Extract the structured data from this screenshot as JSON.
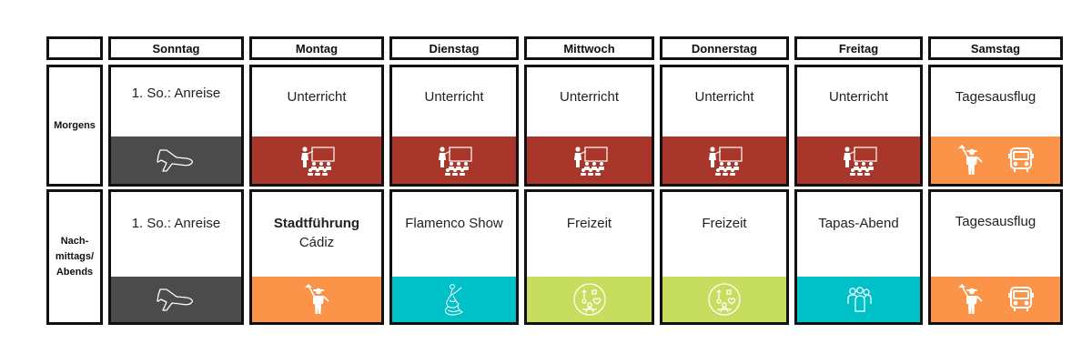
{
  "colors": {
    "travel": "#4b4b4b",
    "class": "#a8362a",
    "excursion": "#fb9349",
    "culture": "#00c1c8",
    "free": "#c7dd5d",
    "icon": "#ffffff"
  },
  "header": {
    "corner": "",
    "days": [
      "Sonntag",
      "Montag",
      "Dienstag",
      "Mittwoch",
      "Donnerstag",
      "Freitag",
      "Samstag"
    ]
  },
  "rows": [
    {
      "label": "Morgens",
      "cells": [
        {
          "title": "1. So.: Anreise",
          "subtitle": "",
          "category": "travel",
          "icons": [
            "airplane-icon"
          ]
        },
        {
          "title": "Unterricht",
          "subtitle": "",
          "category": "class",
          "icons": [
            "classroom-icon"
          ]
        },
        {
          "title": "Unterricht",
          "subtitle": "",
          "category": "class",
          "icons": [
            "classroom-icon"
          ]
        },
        {
          "title": "Unterricht",
          "subtitle": "",
          "category": "class",
          "icons": [
            "classroom-icon"
          ]
        },
        {
          "title": "Unterricht",
          "subtitle": "",
          "category": "class",
          "icons": [
            "classroom-icon"
          ]
        },
        {
          "title": "Unterricht",
          "subtitle": "",
          "category": "class",
          "icons": [
            "classroom-icon"
          ]
        },
        {
          "title": "Tagesausflug",
          "subtitle": "",
          "category": "excursion",
          "icons": [
            "tour-guide-icon",
            "bus-icon"
          ]
        }
      ]
    },
    {
      "label": "Nach-\nmittags/\nAbends",
      "cells": [
        {
          "title": "1. So.: Anreise",
          "subtitle": "",
          "category": "travel",
          "icons": [
            "airplane-icon"
          ]
        },
        {
          "title": "Stadtführung",
          "subtitle": "Cádiz",
          "category": "excursion",
          "icons": [
            "tour-guide-icon"
          ]
        },
        {
          "title": "Flamenco Show",
          "subtitle": "",
          "category": "culture",
          "icons": [
            "flamenco-dancer-icon"
          ]
        },
        {
          "title": "Freizeit",
          "subtitle": "",
          "category": "free",
          "icons": [
            "free-time-icon"
          ]
        },
        {
          "title": "Freizeit",
          "subtitle": "",
          "category": "free",
          "icons": [
            "free-time-icon"
          ]
        },
        {
          "title": "Tapas-Abend",
          "subtitle": "",
          "category": "culture",
          "icons": [
            "group-people-icon"
          ]
        },
        {
          "title": "Tagesausflug",
          "subtitle": "",
          "category": "excursion",
          "icons": [
            "tour-guide-icon",
            "bus-icon"
          ]
        }
      ]
    }
  ]
}
